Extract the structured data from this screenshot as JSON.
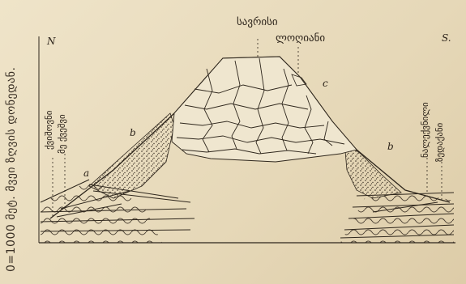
{
  "side_label": "0=1000 მეტ. მვეი ზღვის დონედან.",
  "compass": {
    "north": "N",
    "south": "S."
  },
  "top_labels": {
    "summit": "სავრისი",
    "core": "ლოღიანი"
  },
  "left_labels": {
    "line1": "ქვიშოვნი",
    "line2": "მე ქვეშვი"
  },
  "right_labels": {
    "line1": "ნალექვნილი",
    "line2": "ზედაქანი"
  },
  "letters": {
    "a": "a",
    "b_left": "b",
    "b_right": "b",
    "c": "c"
  },
  "bottom_text": "",
  "colors": {
    "ink": "#2e261c",
    "paper": "#ece0c4"
  }
}
